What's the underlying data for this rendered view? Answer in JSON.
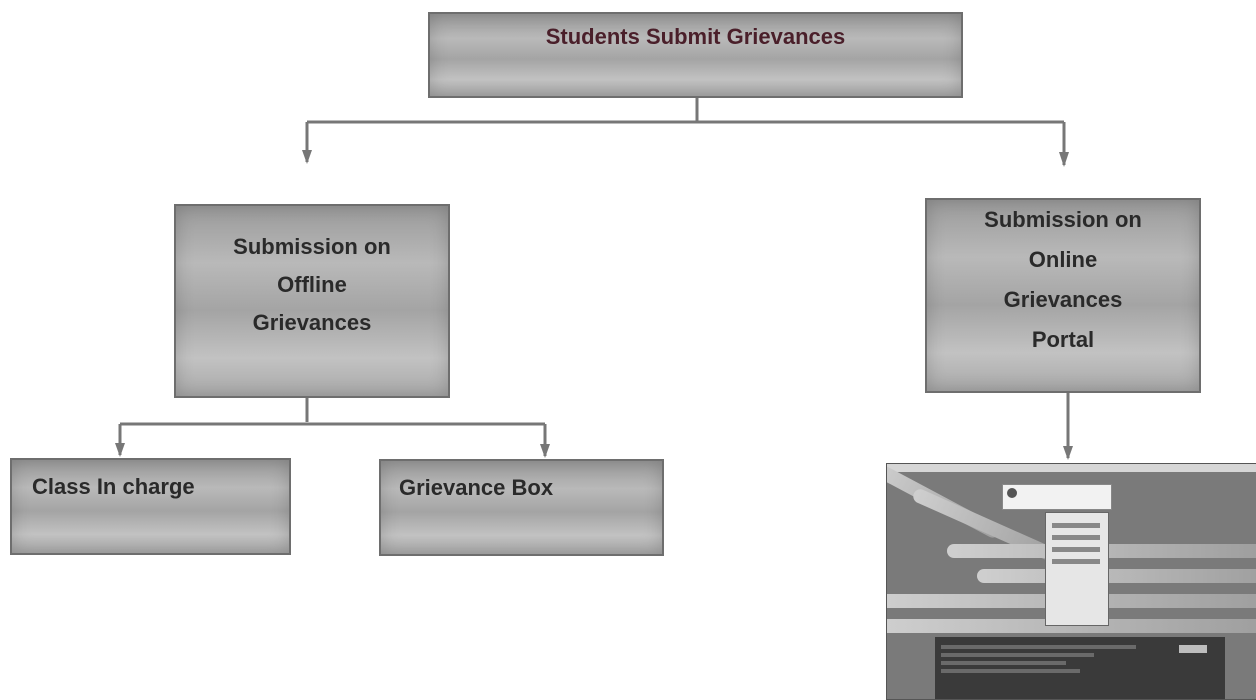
{
  "nodes": {
    "root": {
      "label": "Students Submit Grievances"
    },
    "offline": {
      "lines": [
        "Submission on",
        "Offline",
        "Grievances"
      ]
    },
    "online": {
      "lines": [
        "Submission on",
        "Online",
        "Grievances",
        "Portal"
      ]
    },
    "class_in_charge": {
      "label": "Class In charge"
    },
    "grievance_box": {
      "label": "Grievance Box"
    }
  },
  "portal_screenshot": {
    "icon": "portal-website-thumbnail"
  },
  "colors": {
    "box_fill": "#b0b0b0",
    "box_border": "#6e6e6e",
    "connector": "#777777",
    "root_text": "#4a1f2a"
  }
}
